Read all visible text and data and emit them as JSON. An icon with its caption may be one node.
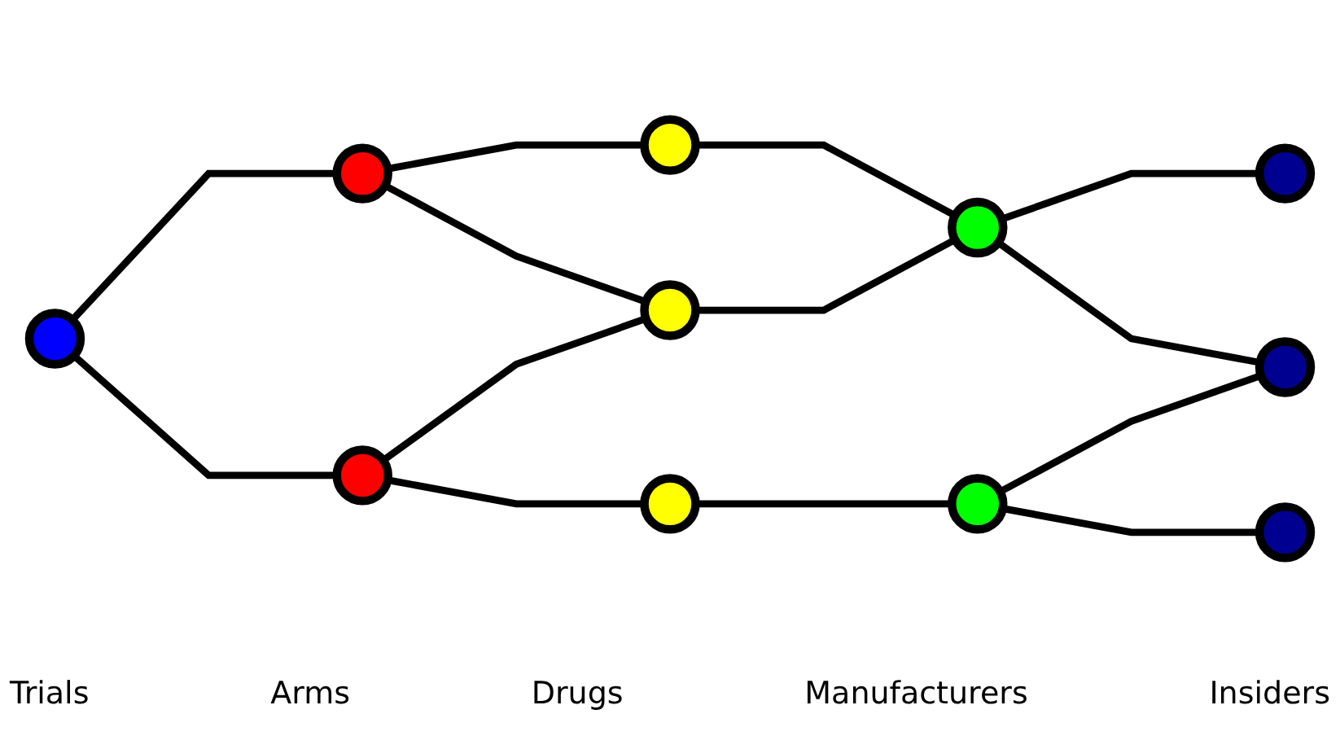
{
  "diagram": {
    "nodes": [
      {
        "text": [],
        "shape": "circle"
      },
      {
        "text": [],
        "shape": "circle"
      },
      {
        "text": [],
        "shape": "circle"
      },
      {
        "text": [],
        "shape": "circle"
      },
      {
        "text": [],
        "shape": "circle"
      },
      {
        "text": [],
        "shape": "circle"
      },
      {
        "text": [],
        "shape": "circle"
      },
      {
        "text": [],
        "shape": "circle"
      },
      {
        "text": [],
        "shape": "circle"
      },
      {
        "text": [],
        "shape": "circle"
      },
      {
        "text": [],
        "shape": "circle"
      }
    ],
    "edges": [
      {
        "from": 0,
        "to": 1,
        "arrow": "none"
      },
      {
        "from": 0,
        "to": 2,
        "arrow": "none"
      },
      {
        "from": 1,
        "to": 3,
        "arrow": "none"
      },
      {
        "from": 1,
        "to": 4,
        "arrow": "none"
      },
      {
        "from": 2,
        "to": 4,
        "arrow": "none"
      },
      {
        "from": 2,
        "to": 5,
        "arrow": "none"
      },
      {
        "from": 3,
        "to": 6,
        "arrow": "none"
      },
      {
        "from": 4,
        "to": 6,
        "arrow": "none"
      },
      {
        "from": 5,
        "to": 7,
        "arrow": "none"
      },
      {
        "from": 6,
        "to": 8,
        "arrow": "none"
      },
      {
        "from": 6,
        "to": 9,
        "arrow": "none"
      },
      {
        "from": 7,
        "to": 9,
        "arrow": "none"
      },
      {
        "from": 7,
        "to": 10,
        "arrow": "none"
      }
    ],
    "labels": [
      "Trials",
      "Arms",
      "Drugs",
      "Manufacturers",
      "Insiders"
    ]
  }
}
